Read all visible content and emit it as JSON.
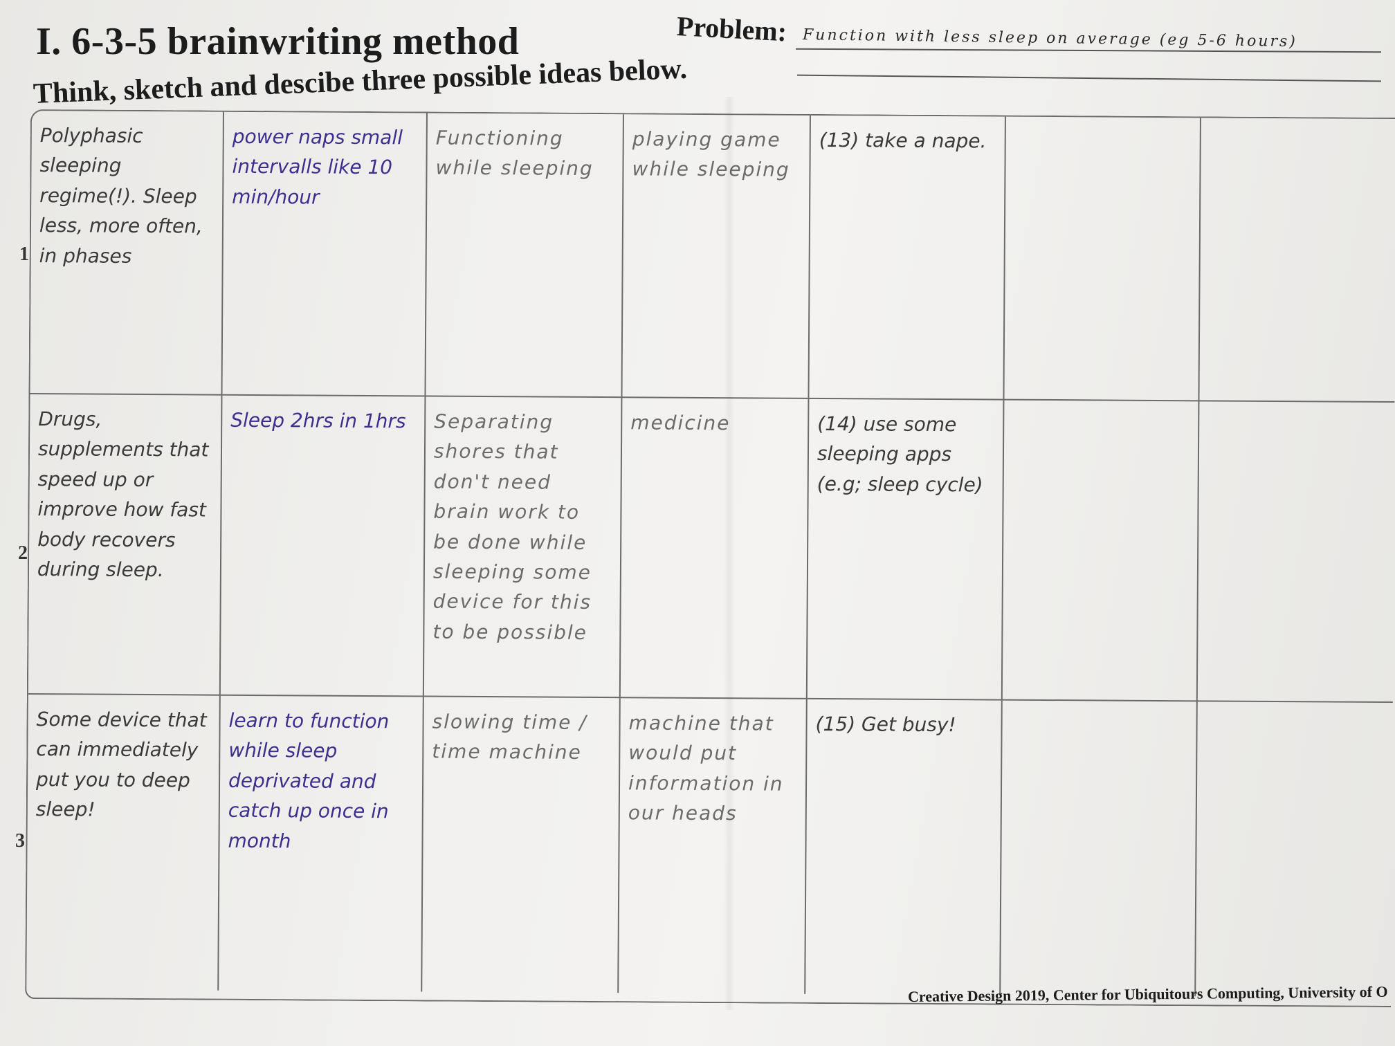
{
  "header": {
    "title": "I. 6-3-5 brainwriting method",
    "subtitle": "Think, sketch and descibe three possible ideas below.",
    "problem_label": "Problem:",
    "problem_text": "Function with less sleep on average (eg 5-6 hours)"
  },
  "row_numbers": [
    "1",
    "2",
    "3"
  ],
  "grid": {
    "rows": [
      {
        "cells": [
          "Polyphasic sleeping regime(!). Sleep less, more often, in phases",
          "power naps small intervalls like 10 min/hour",
          "Functioning while sleeping",
          "playing game while sleeping",
          "(13) take a nape.",
          "",
          ""
        ]
      },
      {
        "cells": [
          "Drugs, supplements that speed up or improve how fast body recovers during sleep.",
          "Sleep 2hrs in 1hrs",
          "Separating shores that don't need brain work to be done while sleeping some device for this to be possible",
          "medicine",
          "(14) use some sleeping apps (e.g; sleep cycle)",
          "",
          ""
        ]
      },
      {
        "cells": [
          "Some device that can immediately put you to deep sleep!",
          "learn to function while sleep deprivated and catch up once in month",
          "slowing time / time machine",
          "machine that would put information in our heads",
          "(15) Get busy!",
          "",
          ""
        ]
      }
    ]
  },
  "footer": {
    "credit": "Creative Design 2019, Center for Ubiquitours Computing, University of O"
  }
}
